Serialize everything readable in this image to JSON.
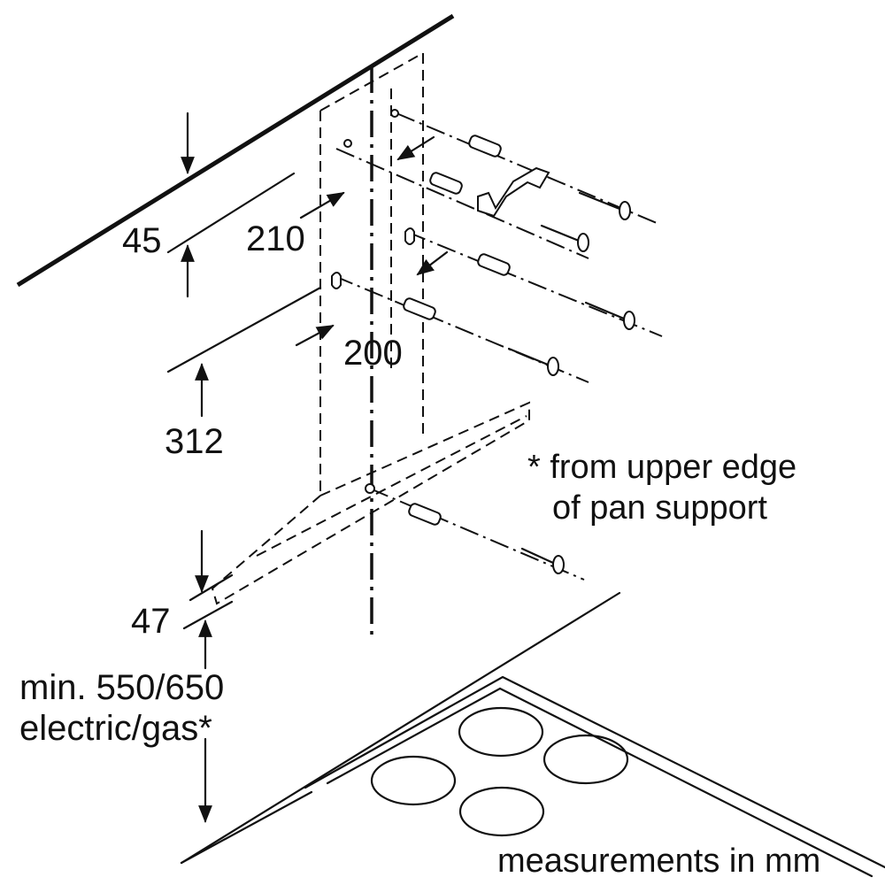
{
  "dimensions": {
    "d45": "45",
    "d210": "210",
    "d200": "200",
    "d312": "312",
    "d47": "47",
    "min_line1": "min. 550/650",
    "min_line2": "electric/gas*"
  },
  "notes": {
    "footnote_line1": "* from upper edge",
    "footnote_line2": "of pan support",
    "units": "measurements in mm"
  }
}
